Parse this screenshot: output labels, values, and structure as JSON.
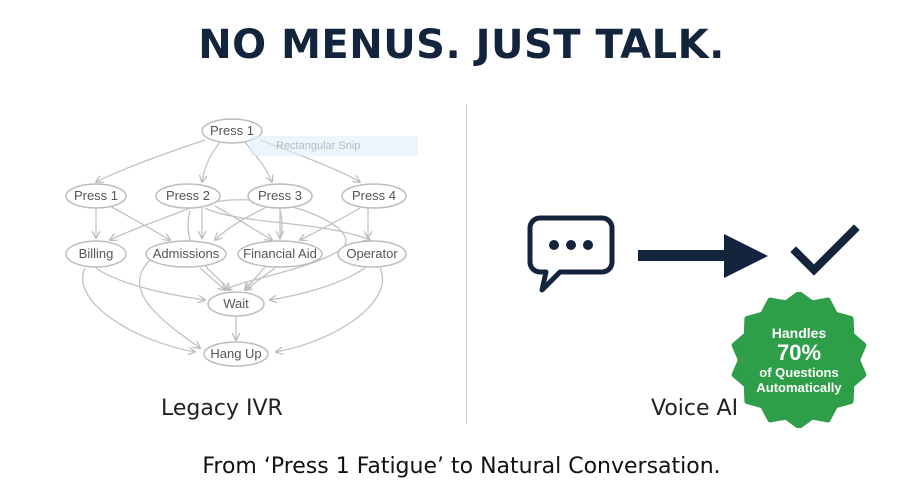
{
  "title": "NO MENUS. JUST TALK.",
  "left_label": "Legacy IVR",
  "right_label": "Voice AI",
  "footer": "From ‘Press 1 Fatigue’ to Natural Conversation.",
  "snip_overlay": "Rectangular Snip",
  "ivr_nodes": {
    "press1_top": "Press 1",
    "press1": "Press 1",
    "press2": "Press 2",
    "press3": "Press 3",
    "press4": "Press 4",
    "billing": "Billing",
    "admissions": "Admissions",
    "financial_aid": "Financial Aid",
    "operator": "Operator",
    "wait": "Wait",
    "hang_up": "Hang Up"
  },
  "badge": {
    "line1": "Handles",
    "line2": "70%",
    "line3a": "of Questions",
    "line3b": "Automatically",
    "color": "#2e9e48"
  },
  "icons": {
    "chat": "chat-bubble-icon",
    "arrow": "arrow-right-icon",
    "check": "checkmark-icon"
  },
  "colors": {
    "navy": "#13243d",
    "badge_green": "#2e9e48"
  }
}
